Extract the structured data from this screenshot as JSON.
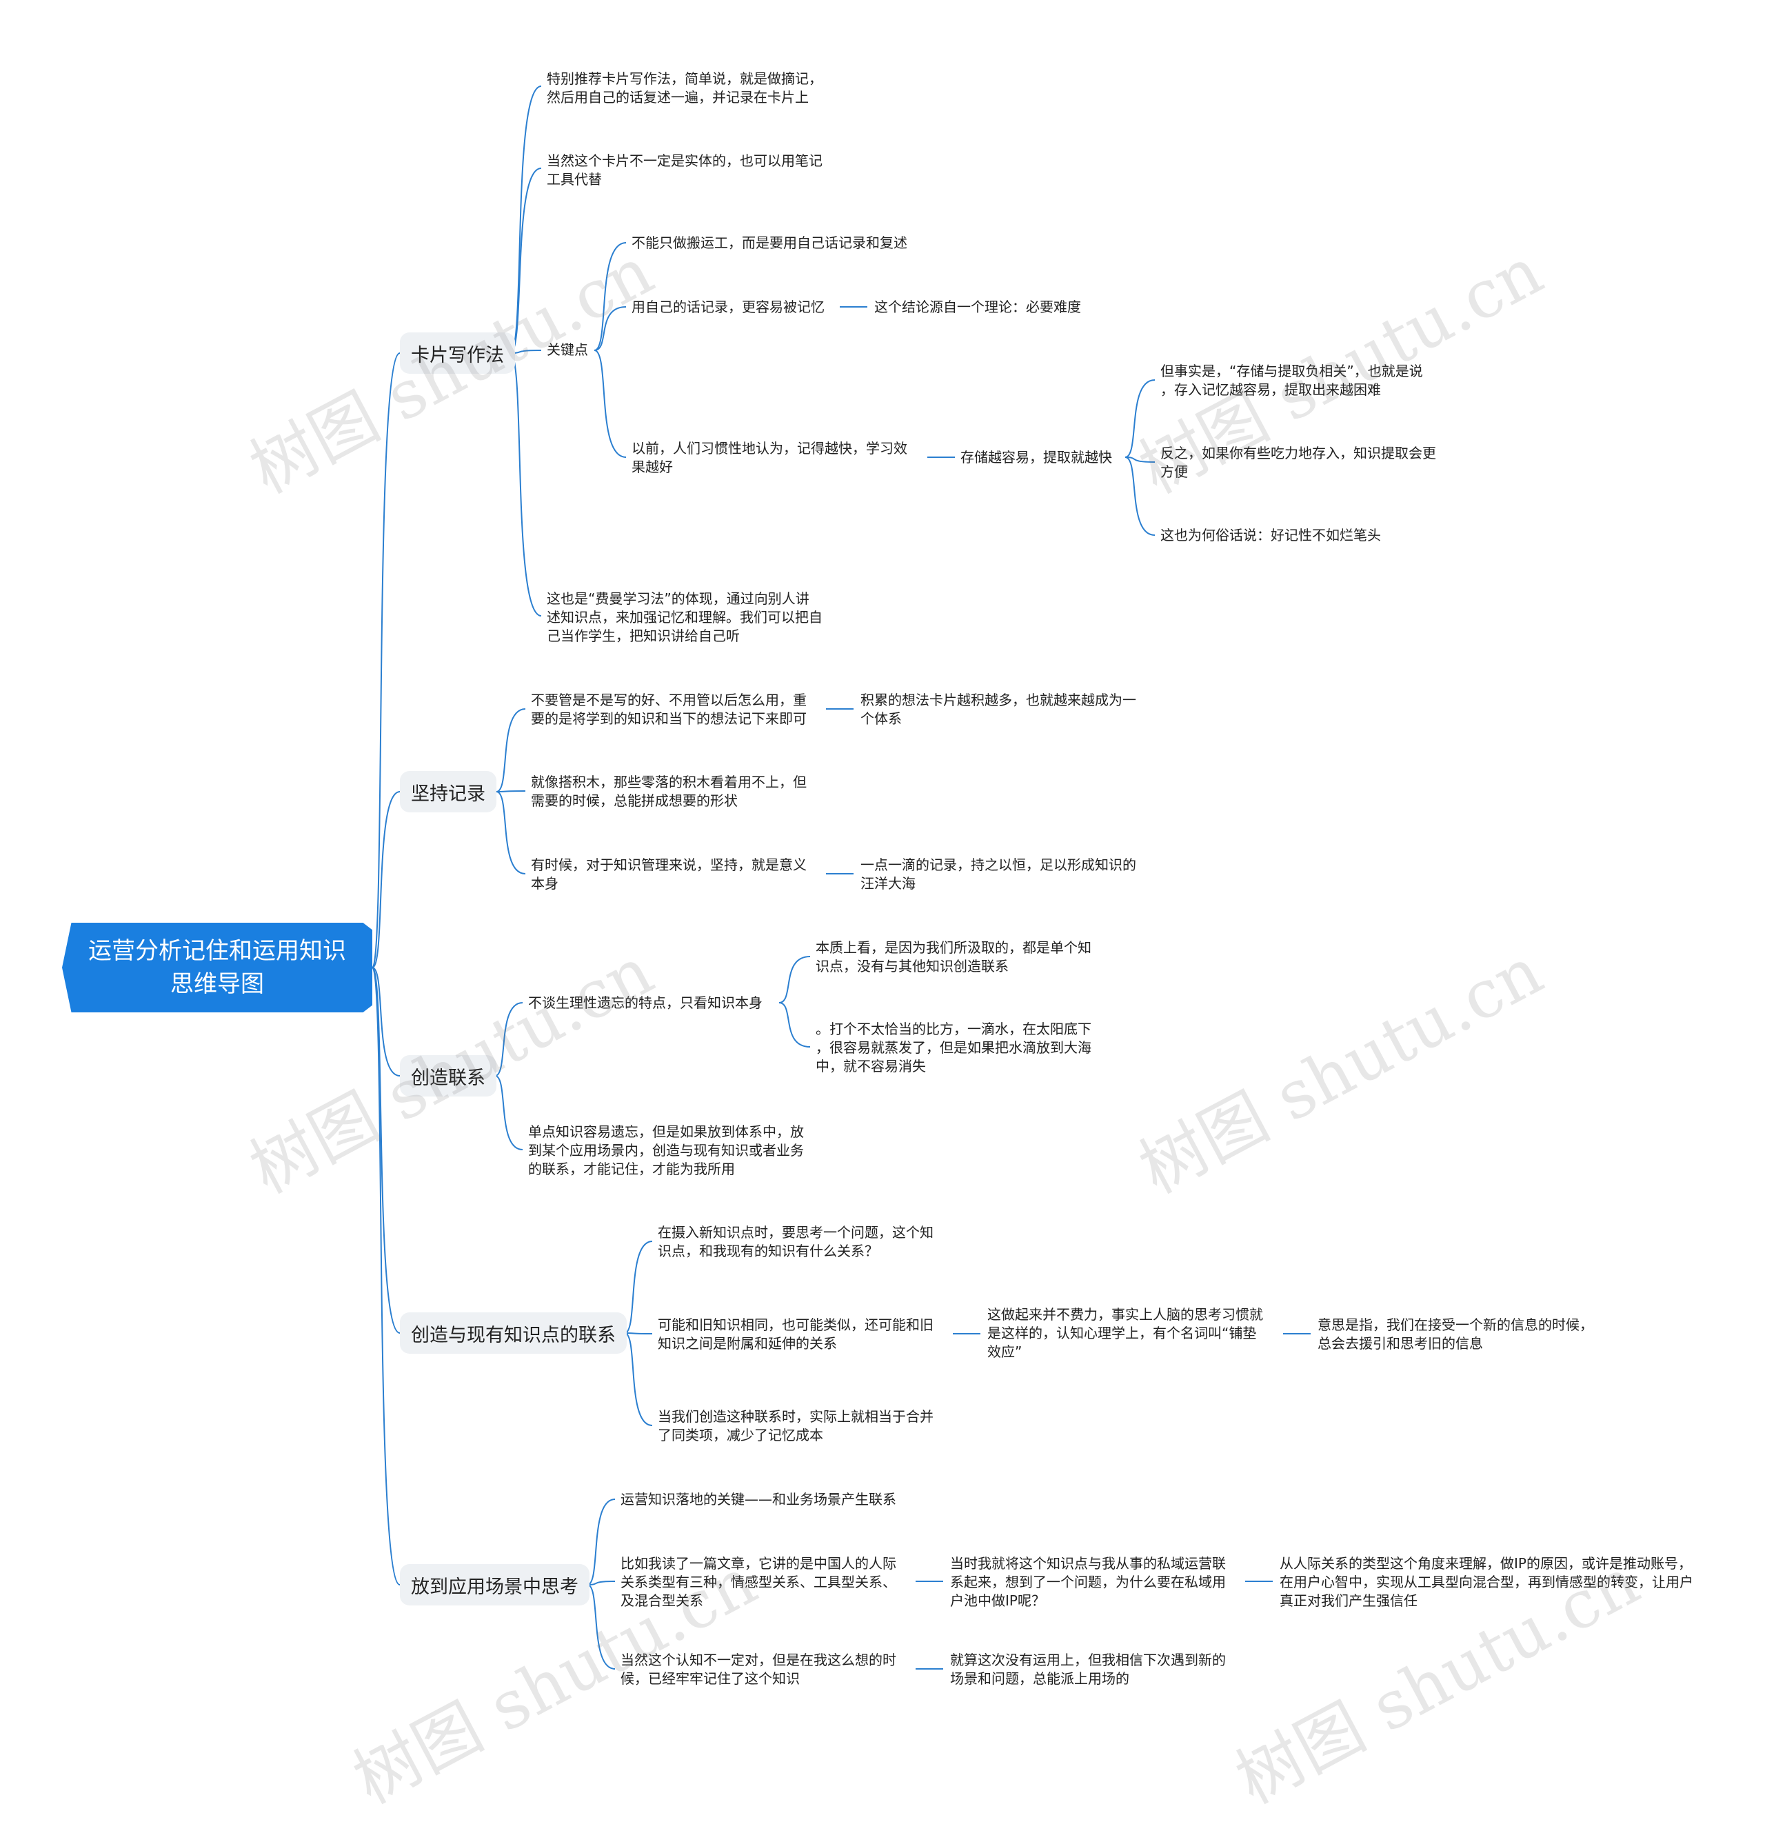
{
  "root": {
    "title": "运营分析记住和运用知识\n思维导图"
  },
  "branches": {
    "b1": "卡片写作法",
    "b2": "坚持记录",
    "b3": "创造联系",
    "b4": "创造与现有知识点的联系",
    "b5": "放到应用场景中思考"
  },
  "nodes": {
    "b1_1": "特别推荐卡片写作法，简单说，就是做摘记，\n然后用自己的话复述一遍，并记录在卡片上",
    "b1_2": "当然这个卡片不一定是实体的，也可以用笔记\n工具代替",
    "b1_3": "关键点",
    "b1_3_1": "不能只做搬运工，而是要用自己话记录和复述",
    "b1_3_2": "用自己的话记录，更容易被记忆",
    "b1_3_2_1": "这个结论源自一个理论：必要难度",
    "b1_3_3": "以前，人们习惯性地认为，记得越快，学习效\n果越好",
    "b1_3_3_1": "存储越容易，提取就越快",
    "b1_3_3_1_1": "但事实是，“存储与提取负相关”，也就是说\n，存入记忆越容易，提取出来越困难",
    "b1_3_3_1_2": "反之，如果你有些吃力地存入，知识提取会更\n方便",
    "b1_3_3_1_3": "这也为何俗话说：好记性不如烂笔头",
    "b1_4": "这也是“费曼学习法”的体现，通过向别人讲\n述知识点，来加强记忆和理解。我们可以把自\n己当作学生，把知识讲给自己听",
    "b2_1": "不要管是不是写的好、不用管以后怎么用，重\n要的是将学到的知识和当下的想法记下来即可",
    "b2_1_1": "积累的想法卡片越积越多，也就越来越成为一\n个体系",
    "b2_2": "就像搭积木，那些零落的积木看着用不上，但\n需要的时候，总能拼成想要的形状",
    "b2_3": "有时候，对于知识管理来说，坚持，就是意义\n本身",
    "b2_3_1": "一点一滴的记录，持之以恒，足以形成知识的\n汪洋大海",
    "b3_1": "不谈生理性遗忘的特点，只看知识本身",
    "b3_1_1": "本质上看，是因为我们所汲取的，都是单个知\n识点，没有与其他知识创造联系",
    "b3_1_2": "。打个不太恰当的比方，一滴水，在太阳底下\n，很容易就蒸发了，但是如果把水滴放到大海\n中，就不容易消失",
    "b3_2": "单点知识容易遗忘，但是如果放到体系中，放\n到某个应用场景内，创造与现有知识或者业务\n的联系，才能记住，才能为我所用",
    "b4_1": "在摄入新知识点时，要思考一个问题，这个知\n识点，和我现有的知识有什么关系？",
    "b4_2": "可能和旧知识相同，也可能类似，还可能和旧\n知识之间是附属和延伸的关系",
    "b4_2_1": "这做起来并不费力，事实上人脑的思考习惯就\n是这样的，认知心理学上，有个名词叫“铺垫\n效应”",
    "b4_2_1_1": "意思是指，我们在接受一个新的信息的时候，\n总会去援引和思考旧的信息",
    "b4_3": "当我们创造这种联系时，实际上就相当于合并\n了同类项，减少了记忆成本",
    "b5_1": "运营知识落地的关键——和业务场景产生联系",
    "b5_2": "比如我读了一篇文章，它讲的是中国人的人际\n关系类型有三种，情感型关系、工具型关系、\n及混合型关系",
    "b5_2_1": "当时我就将这个知识点与我从事的私域运营联\n系起来，想到了一个问题，为什么要在私域用\n户池中做IP呢？",
    "b5_2_1_1": "从人际关系的类型这个角度来理解，做IP的原因，或许是推动账号，\n在用户心智中，实现从工具型向混合型，再到情感型的转变，让用户\n真正对我们产生强信任",
    "b5_3": "当然这个认知不一定对，但是在我这么想的时\n候，已经牢牢记住了这个知识",
    "b5_3_1": "就算这次没有运用上，但我相信下次遇到新的\n场景和问题，总能派上用场的"
  },
  "watermark": {
    "text": "树图 shutu.cn"
  },
  "colors": {
    "root_bg": "#1a7fe0",
    "line": "#2b7fd0",
    "branch_bg": "#eef1f4"
  }
}
